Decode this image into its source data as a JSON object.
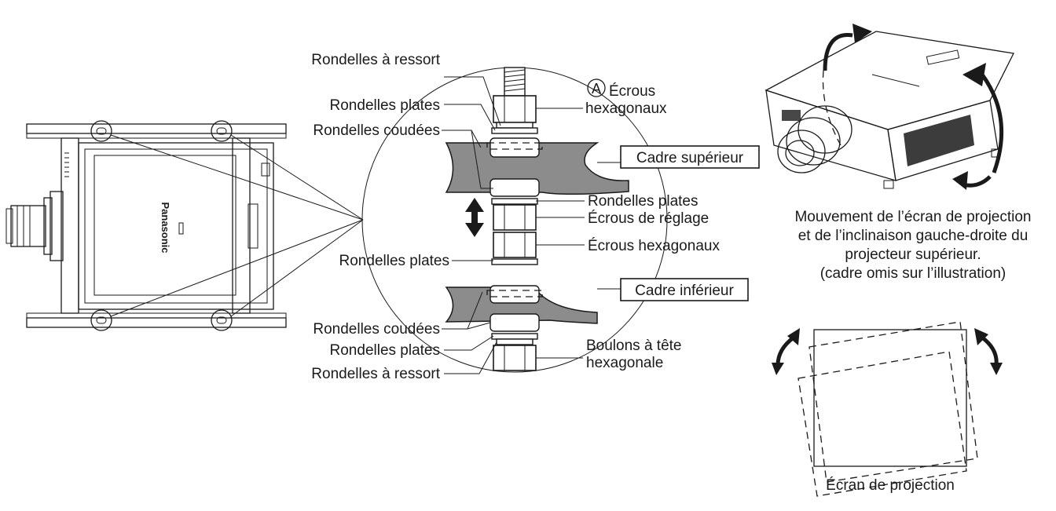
{
  "labels": {
    "rondelles_ressort_top": "Rondelles à ressort",
    "rondelles_plates_1": "Rondelles plates",
    "rondelles_coudees_top": "Rondelles coudées",
    "ecrous_hex_a_line1": "Écrous",
    "ecrous_hex_a_line2": "hexagonaux",
    "marker_a": "A",
    "cadre_superieur": "Cadre supérieur",
    "rondelles_plates_2": "Rondelles plates",
    "ecrous_reglage": "Écrous de réglage",
    "rondelles_plates_3": "Rondelles plates",
    "ecrous_hex_2": "Écrous hexagonaux",
    "cadre_inferieur": "Cadre inférieur",
    "rondelles_coudees_bottom": "Rondelles coudées",
    "rondelles_plates_4": "Rondelles plates",
    "boulons_line1": "Boulons à tête",
    "boulons_line2": "hexagonale",
    "rondelles_ressort_bottom": "Rondelles à ressort"
  },
  "projector_caption": [
    "Mouvement de l’écran de projection",
    "et de l’inclinaison gauche-droite du",
    "projecteur supérieur.",
    "(cadre omis sur l’illustration)"
  ],
  "screen_caption": "Écran de projection",
  "brand": "Panasonic"
}
